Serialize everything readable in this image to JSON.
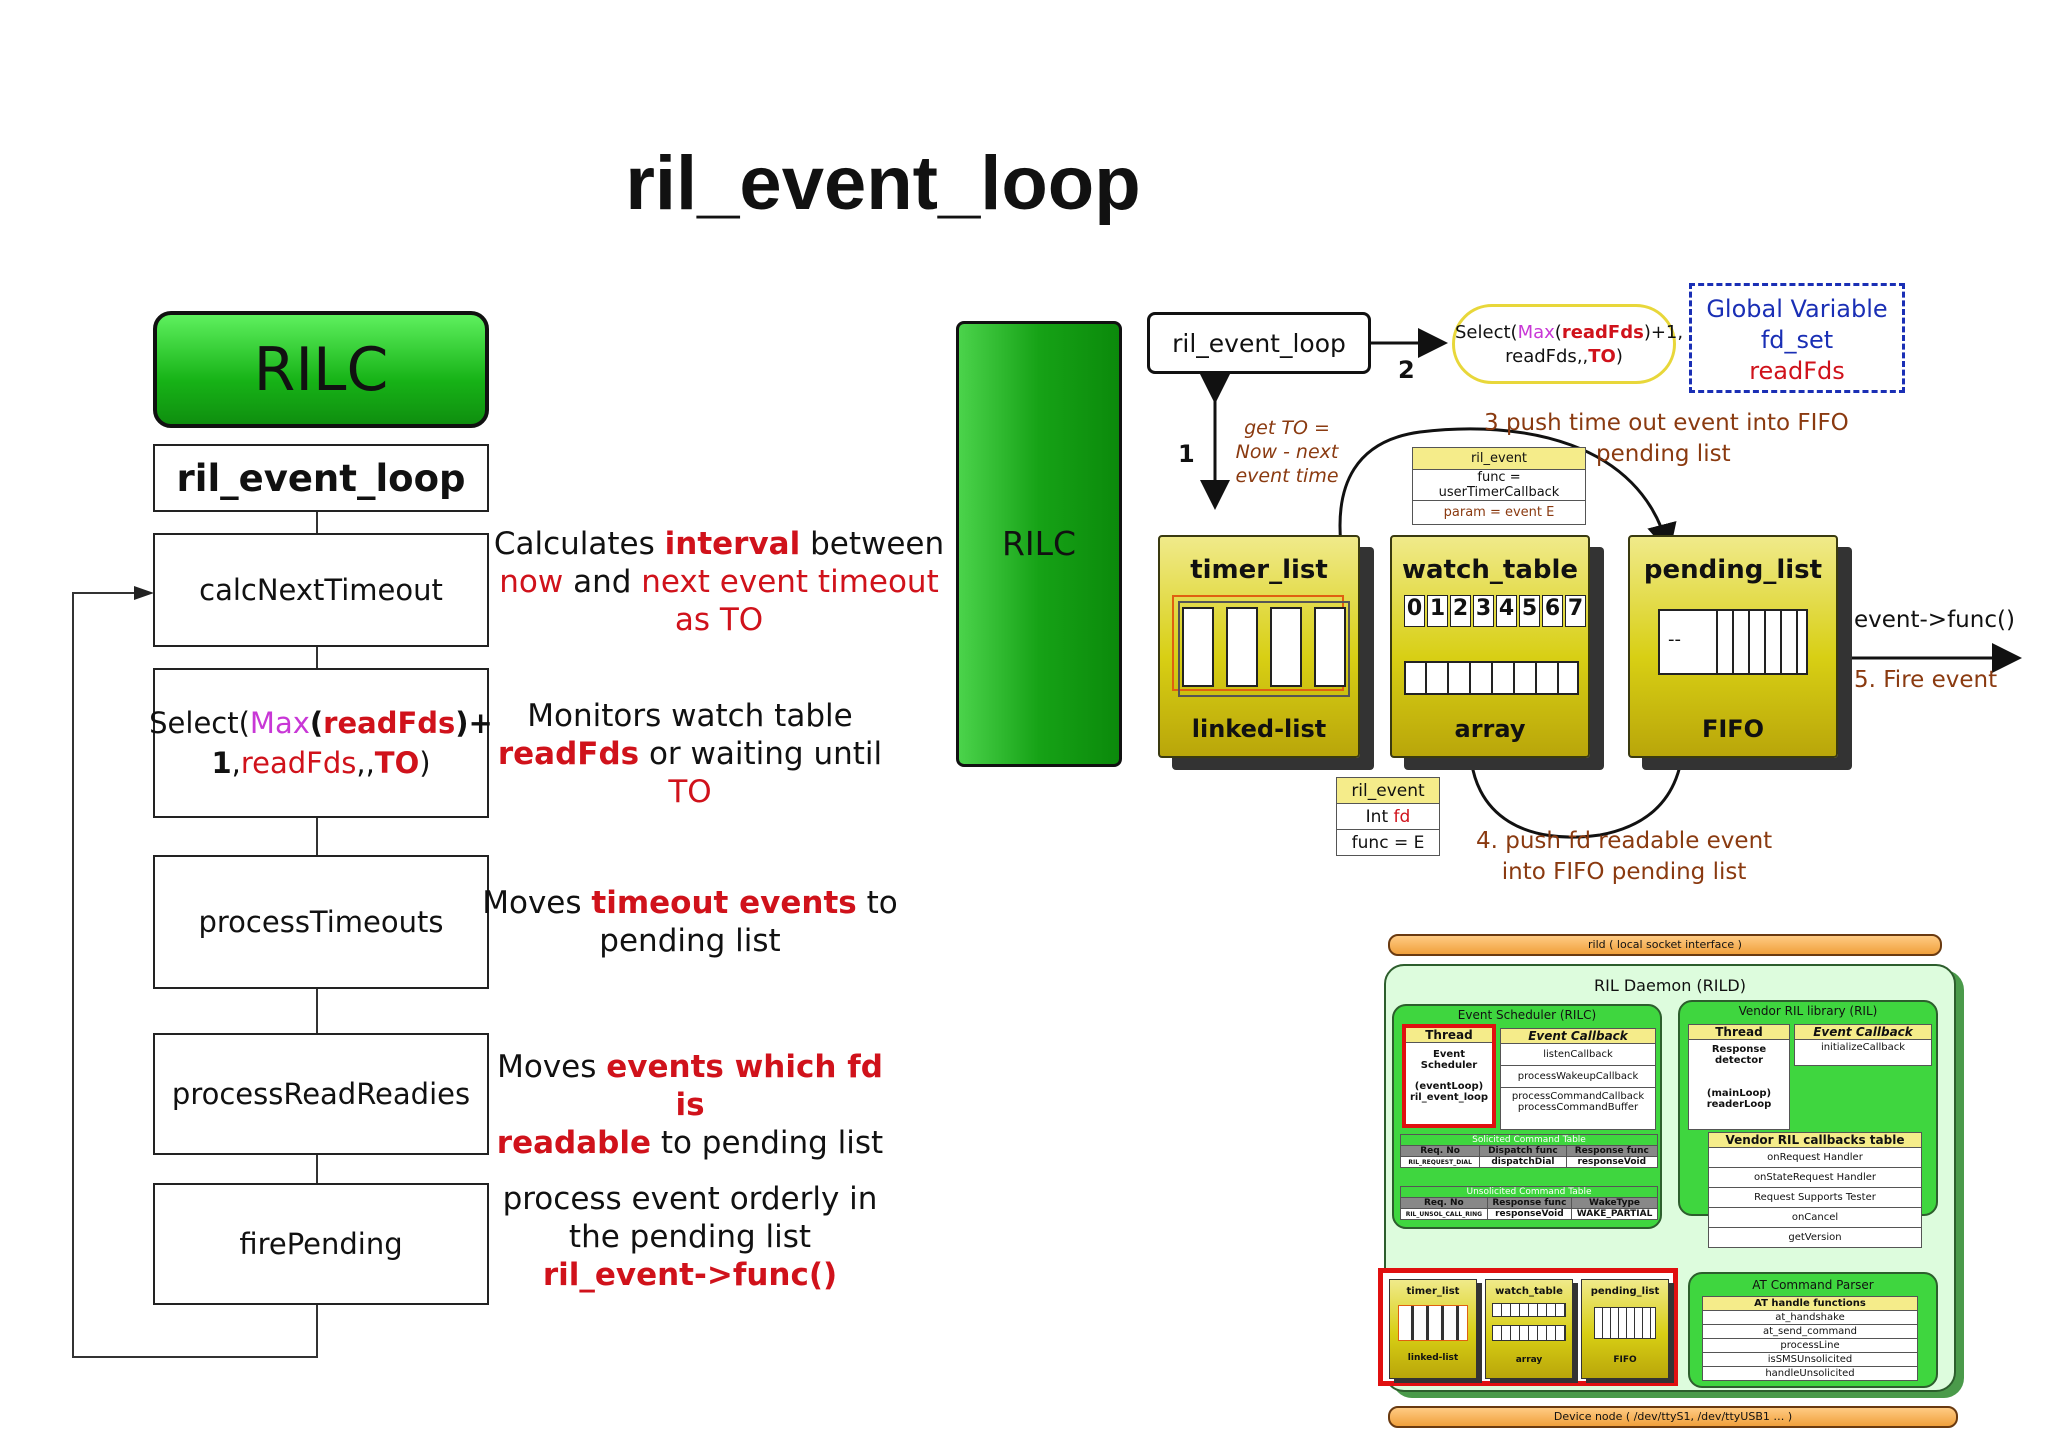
{
  "title": "ril_event_loop",
  "flow": {
    "rilc": "RILC",
    "header": "ril_event_loop",
    "steps": [
      {
        "label": "calcNextTimeout"
      },
      {
        "label_parts": [
          "Select(",
          "Max",
          "(",
          "readFds",
          ")+",
          "1",
          ",",
          "readFds",
          ",,",
          "TO",
          ")"
        ]
      },
      {
        "label": "processTimeouts"
      },
      {
        "label": "processReadReadies"
      },
      {
        "label": "firePending"
      }
    ],
    "descs": {
      "d1": [
        "Calculates ",
        "interval",
        " between",
        "now",
        " and ",
        "next event timeout",
        "as TO"
      ],
      "d2": [
        "Monitors watch table",
        "readFds",
        " or waiting until ",
        "TO"
      ],
      "d3": [
        "Moves ",
        "timeout events",
        " to",
        "pending list"
      ],
      "d4": [
        "Moves ",
        "events which fd is",
        "readable",
        " to pending list"
      ],
      "d5": [
        "process event orderly in",
        "the pending list",
        "ril_event->func()"
      ]
    }
  },
  "right": {
    "rilc": "RILC",
    "loop_box": "ril_event_loop",
    "select_parts": [
      "Select(",
      "Max",
      "(",
      "readFds",
      ")+1,",
      "readFds",
      ",,",
      "TO",
      ")"
    ],
    "global": [
      "Global Variable",
      "fd_set",
      "readFds"
    ],
    "n1": "1",
    "n2": "2",
    "get_to": [
      "get TO  =",
      "Now  -  next",
      "event time"
    ],
    "step3": [
      "3 push time out event into FIFO",
      "pending list"
    ],
    "step4": [
      "4. push fd readable event",
      "into FIFO pending list"
    ],
    "step5": "5. Fire event",
    "func_out": "event->func()",
    "timer_table": [
      "ril_event",
      "func = userTimerCallback",
      "param = event E"
    ],
    "fd_table": [
      "ril_event",
      "Int ",
      "fd",
      "func = E"
    ],
    "blocks": [
      {
        "title": "timer_list",
        "sub": "linked-list"
      },
      {
        "title": "watch_table",
        "sub": "array"
      },
      {
        "title": "pending_list",
        "sub": "FIFO"
      }
    ],
    "digits": [
      "0",
      "1",
      "2",
      "3",
      "4",
      "5",
      "6",
      "7"
    ],
    "fifo_dash": "--"
  },
  "rild": {
    "top_bar": "rild ( local socket interface )",
    "bottom_bar": "Device node ( /dev/ttyS1, /dev/ttyUSB1 … )",
    "daemon": "RIL Daemon (RILD)",
    "es": {
      "title": "Event Scheduler (RILC)",
      "thread_h": "Thread",
      "thread_b": [
        "Event",
        "Scheduler",
        "(eventLoop)",
        "ril_event_loop"
      ],
      "cb_h": "Event Callback",
      "cbs": [
        "listenCallback",
        "processWakeupCallback",
        "processCommandCallback",
        "processCommandBuffer"
      ],
      "sol_title": "Solicited Command Table",
      "sol_head": [
        "Req. No",
        "Dispatch func",
        "Response func"
      ],
      "sol_row": [
        "RIL_REQUEST_DIAL",
        "dispatchDial",
        "responseVoid"
      ],
      "unsol_title": "Unsolicited Command Table",
      "unsol_head": [
        "Req. No",
        "Response func",
        "WakeType"
      ],
      "unsol_row": [
        "RIL_UNSOL_CALL_RING",
        "responseVoid",
        "WAKE_PARTIAL"
      ]
    },
    "vendor": {
      "title": "Vendor RIL library (RIL)",
      "thread_h": "Thread",
      "thread_b": [
        "Response",
        "detector",
        "(mainLoop)",
        "readerLoop"
      ],
      "cb_h": "Event Callback",
      "cb": "initializeCallback",
      "tbl_title": "Vendor RIL callbacks table",
      "tbl": [
        "onRequest Handler",
        "onStateRequest Handler",
        "Request Supports Tester",
        "onCancel",
        "getVersion"
      ]
    },
    "mini": [
      {
        "title": "timer_list",
        "sub": "linked-list"
      },
      {
        "title": "watch_table",
        "sub": "array"
      },
      {
        "title": "pending_list",
        "sub": "FIFO"
      }
    ],
    "at": {
      "title": "AT Command Parser",
      "head": "AT handle functions",
      "rows": [
        "at_handshake",
        "at_send_command",
        "processLine",
        "isSMSUnsolicited",
        "handleUnsolicited"
      ]
    }
  },
  "colors": {
    "red": "#d0121b",
    "green": "#17b317",
    "yellow": "#d8cf14",
    "magenta": "#c837d6",
    "blue": "#1a2fb5"
  }
}
